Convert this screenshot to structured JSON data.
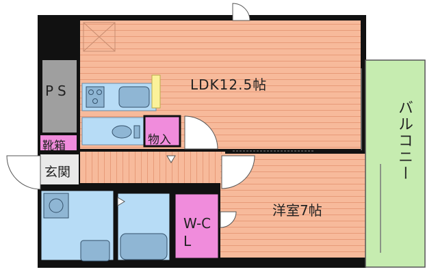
{
  "floorplan": {
    "rooms": {
      "ldk": "LDK12.5帖",
      "western_room": "洋室7帖",
      "balcony": "バルコニー",
      "ps": "PS",
      "shoe_box": "靴箱",
      "entrance": "玄関",
      "storage": "物入",
      "walk_in_closet": "W-CL"
    },
    "colors": {
      "wall": "#111111",
      "wood_floor": "#f7ba9b",
      "wood_line": "#e79a78",
      "wet_area": "#b7dcf6",
      "storage": "#f08cdc",
      "balcony": "#c6ecb0",
      "ps": "#9f9f9f",
      "entrance": "#e9e9e9"
    }
  }
}
